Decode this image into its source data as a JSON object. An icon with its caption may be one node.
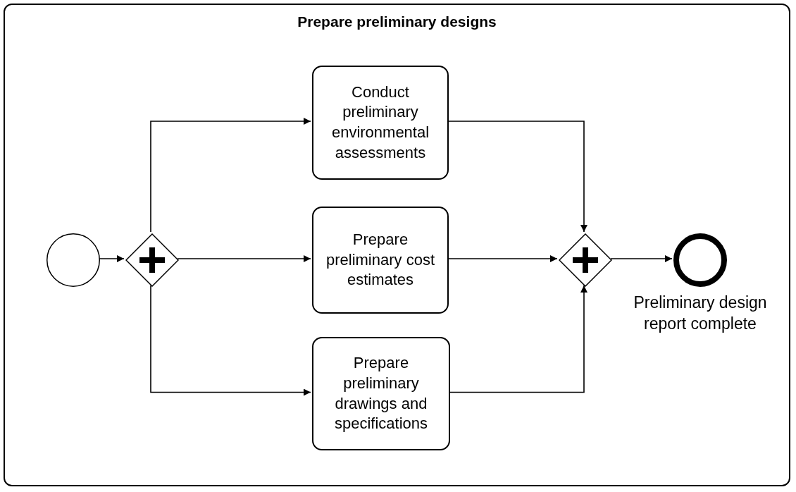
{
  "diagram": {
    "nodes": [
      {
        "text": [
          "Prepare preliminary designs"
        ]
      },
      {
        "text": [],
        "shape": "circle",
        "in": 0
      },
      {
        "text": [],
        "shape": "diamond",
        "in": 0
      },
      {
        "text": [
          "Conduct preliminary environmental assessments"
        ],
        "in": 0
      },
      {
        "text": [
          "Prepare preliminary cost estimates"
        ],
        "in": 0
      },
      {
        "text": [
          "Prepare preliminary drawings and specifications"
        ],
        "in": 0
      },
      {
        "text": [],
        "shape": "diamond",
        "in": 0
      },
      {
        "text": [],
        "shape": "circle",
        "in": 0,
        "beside": [
          "Preliminary design report complete"
        ]
      }
    ],
    "edges": [
      {
        "from": 1,
        "to": 2,
        "arrow": "to"
      },
      {
        "from": 2,
        "to": 3,
        "arrow": "to"
      },
      {
        "from": 2,
        "to": 4,
        "arrow": "to"
      },
      {
        "from": 2,
        "to": 5,
        "arrow": "to"
      },
      {
        "from": 3,
        "to": 6,
        "arrow": "to"
      },
      {
        "from": 4,
        "to": 6,
        "arrow": "to"
      },
      {
        "from": 5,
        "to": 6,
        "arrow": "to"
      },
      {
        "from": 6,
        "to": 7,
        "arrow": "to"
      }
    ]
  }
}
